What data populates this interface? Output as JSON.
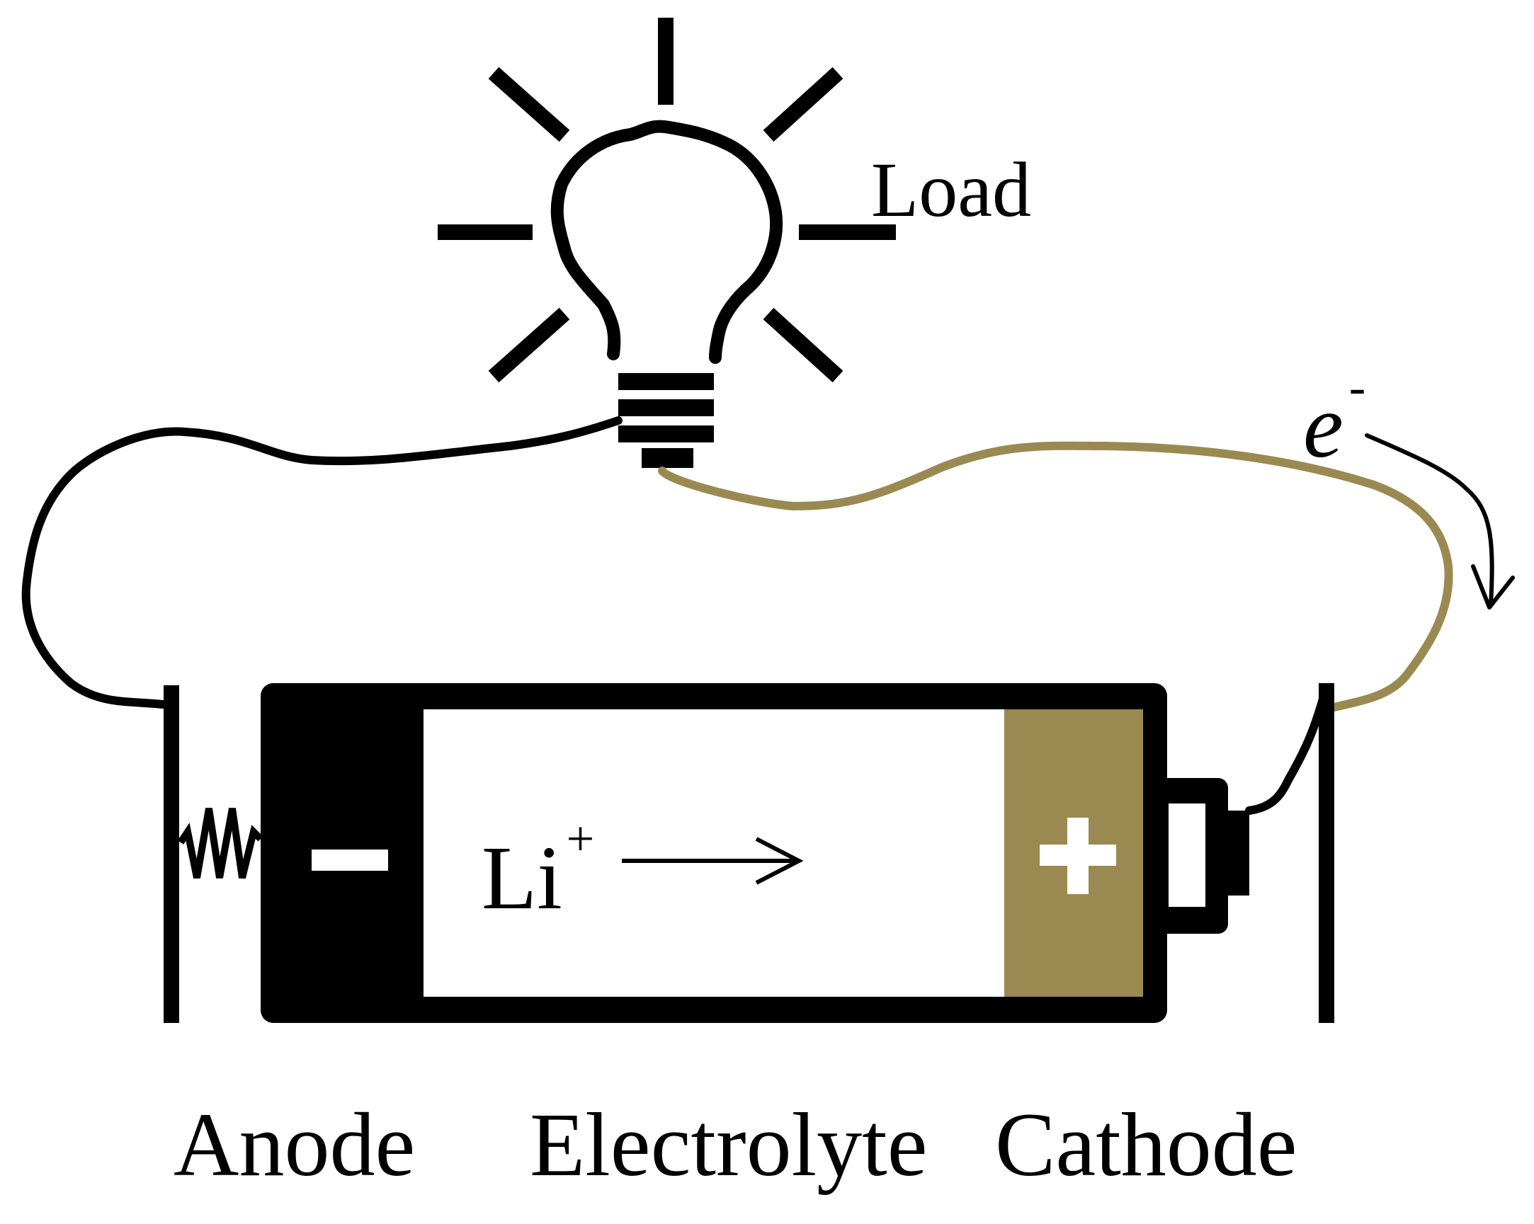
{
  "labels": {
    "load": "Load",
    "electron": "e",
    "electron_charge": "-",
    "ion": "Li",
    "ion_charge": "+",
    "anode_sign": "−",
    "cathode_sign": "+",
    "anode": "Anode",
    "electrolyte": "Electrolyte",
    "cathode": "Cathode"
  },
  "colors": {
    "line": "#000000",
    "cathode": "#9a8a52",
    "background": "#ffffff"
  }
}
